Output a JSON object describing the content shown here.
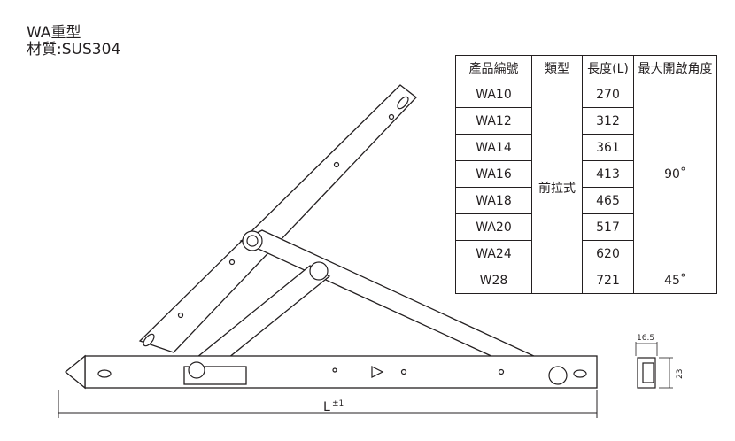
{
  "title": {
    "line1": "WA重型",
    "line2": "材質:SUS304"
  },
  "table": {
    "headers": [
      "產品編號",
      "類型",
      "長度(L)",
      "最大開啟角度"
    ],
    "type": "前拉式",
    "rows": [
      {
        "code": "WA10",
        "length": "270"
      },
      {
        "code": "WA12",
        "length": "312"
      },
      {
        "code": "WA14",
        "length": "361"
      },
      {
        "code": "WA16",
        "length": "413"
      },
      {
        "code": "WA18",
        "length": "465"
      },
      {
        "code": "WA20",
        "length": "517"
      },
      {
        "code": "WA24",
        "length": "620"
      },
      {
        "code": "W28",
        "length": "721"
      }
    ],
    "angle_main": "90˚",
    "angle_last": "45˚"
  },
  "drawing": {
    "length_label": "L",
    "tolerance": "±1",
    "section_width": "16.5",
    "section_height": "23"
  }
}
